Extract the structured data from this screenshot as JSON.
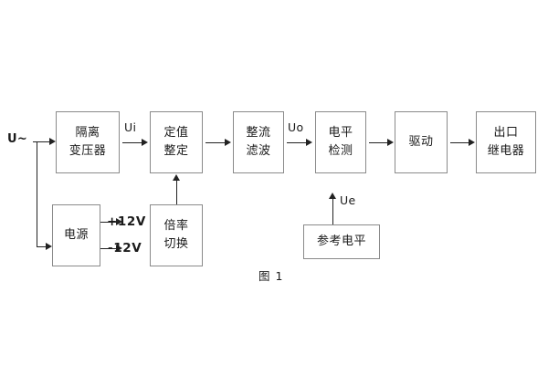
{
  "figure": {
    "caption": "图 1",
    "input_label": "U~",
    "signal_labels": {
      "ui": "Ui",
      "uo": "Uo",
      "ue": "Ue"
    },
    "supply_rails": [
      {
        "name": "positive-rail",
        "label": "+12V"
      },
      {
        "name": "negative-rail",
        "label": "-12V"
      }
    ],
    "blocks": [
      {
        "id": "isolation-transformer",
        "lines": [
          "隔离",
          "变压器"
        ]
      },
      {
        "id": "setting-adjustment",
        "lines": [
          "定值",
          "整定"
        ]
      },
      {
        "id": "rectifier-filter",
        "lines": [
          "整流",
          "滤波"
        ]
      },
      {
        "id": "level-detection",
        "lines": [
          "电平",
          "检测"
        ]
      },
      {
        "id": "driver",
        "lines": [
          "驱动"
        ]
      },
      {
        "id": "output-relay",
        "lines": [
          "出口",
          "继电器"
        ]
      },
      {
        "id": "power-supply",
        "lines": [
          "电源"
        ]
      },
      {
        "id": "multiplier-switch",
        "lines": [
          "倍率",
          "切换"
        ]
      },
      {
        "id": "reference-level",
        "lines": [
          "参考电平"
        ]
      }
    ],
    "colors": {
      "block_border": "#8a8a8a",
      "line": "#222222",
      "text": "#1a1a1a",
      "background": "#ffffff"
    }
  }
}
